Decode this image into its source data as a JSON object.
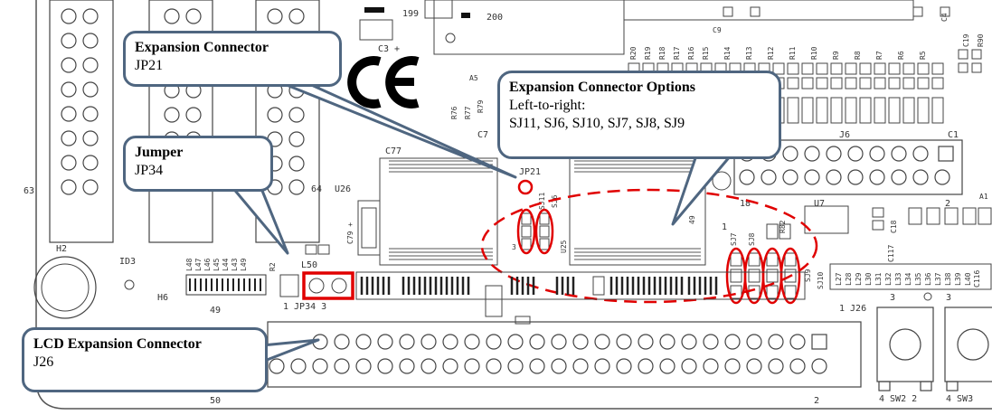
{
  "callouts": {
    "expansion_connector": {
      "title": "Expansion Connector",
      "sub": "JP21"
    },
    "expansion_options": {
      "title": "Expansion Connector Options",
      "line1": "Left-to-right:",
      "line2": "SJ11, SJ6, SJ10, SJ7, SJ8, SJ9"
    },
    "jumper": {
      "title": "Jumper",
      "sub": "JP34"
    },
    "lcd_expansion": {
      "title": "LCD Expansion Connector",
      "sub": "J26"
    }
  },
  "silkscreen": {
    "n199": "199",
    "n200": "200",
    "c3": "C3 +",
    "n63": "63",
    "n64": "64",
    "u26": "U26",
    "c79": "C79 +",
    "c77": "C77",
    "c7": "C7",
    "jp21": "JP21",
    "sj11": "SJ11",
    "sj6": "SJ6",
    "u25": "U25",
    "n3": "3",
    "n49": "49",
    "r82": "R82",
    "c18": "C18",
    "sj7": "SJ7",
    "sj8": "SJ8",
    "sj9": "SJ9",
    "sj10": "SJ10",
    "j6": "J6",
    "c1": "C1",
    "n18": "18",
    "n2": "2",
    "u7": "U7",
    "h2": "H2",
    "h6": "H6",
    "id3": "ID3",
    "l50": "L50",
    "jp34": "1 JP34 3",
    "n49b": "49",
    "n50": "50",
    "j26": "1 J26",
    "sw2": "4 SW2 2",
    "sw3": "4 SW3",
    "n1": "1",
    "r_labels": [
      "R20",
      "R19",
      "R18",
      "R17",
      "R16",
      "R15",
      "R14",
      "R13",
      "R12",
      "R11",
      "R10",
      "R9",
      "R8",
      "R7",
      "R6",
      "R5"
    ],
    "c9": "C9",
    "c4": "C4",
    "c19": "C19",
    "r90": "R90",
    "l_labels": [
      "L48",
      "L47",
      "L46",
      "L45",
      "L44",
      "L43",
      "L49"
    ],
    "lr_labels": [
      "L27",
      "L28",
      "L29",
      "L30",
      "L31",
      "L32",
      "L33",
      "L34",
      "L35",
      "L36",
      "L37",
      "L38",
      "L39",
      "L40"
    ],
    "r76": "R76",
    "r77": "R77",
    "r79": "R79",
    "a5": "A5",
    "r2": "R2",
    "c117": "C117",
    "c116": "C116",
    "a1": "A1"
  }
}
